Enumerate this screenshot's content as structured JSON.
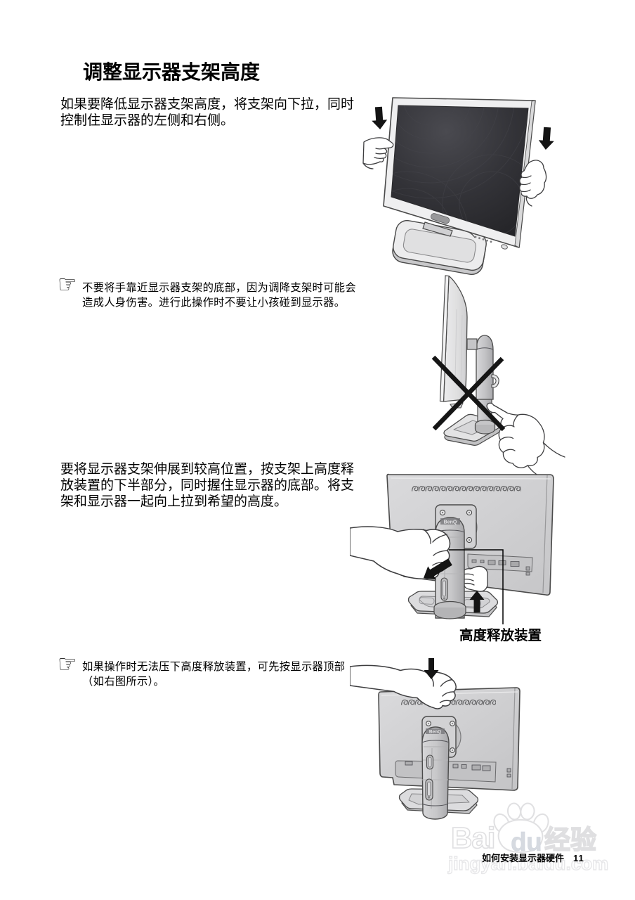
{
  "page": {
    "title": "调整显示器支架高度",
    "background_color": "#ffffff",
    "text_color": "#000000"
  },
  "sections": {
    "intro": {
      "lines": [
        "如果要降低显示器支架高度，将支架向下拉，同时",
        "控制住显示器的左侧和右侧。"
      ]
    },
    "note1": {
      "icon": "pointing-hand-icon",
      "icon_char": "☞",
      "lines": [
        "不要将手靠近显示器支架的底部，因为调降支架时可能会",
        "造成人身伤害。进行此操作时不要让小孩碰到显示器。"
      ]
    },
    "raise": {
      "lines": [
        "要将显示器支架伸展到较高位置，按支架上高度释",
        "放装置的下半部分，同时握住显示器的底部。将支",
        "架和显示器一起向上拉到希望的高度。"
      ]
    },
    "note2": {
      "icon": "pointing-hand-icon",
      "icon_char": "☞",
      "lines": [
        "如果操作时无法压下高度释放装置，可先按显示器顶部",
        "（如右图所示）。"
      ]
    }
  },
  "figures": {
    "callout_label": "高度释放装置",
    "brand_logo": "BenQ",
    "fig1_alt": "lower-monitor-with-both-hands",
    "fig2_alt": "do-not-touch-stand-bottom",
    "fig3_alt": "press-height-release-and-pull-up",
    "fig4_alt": "press-monitor-top"
  },
  "footer": {
    "chapter": "如何安装显示器硬件",
    "page_number": "11"
  },
  "watermark": {
    "word1": "Bai",
    "word2": "du",
    "word3": "经验",
    "url_text": "jingyan.baidu.com",
    "outline_color": "#dfdfe1",
    "du_color": "#d6dae0"
  }
}
